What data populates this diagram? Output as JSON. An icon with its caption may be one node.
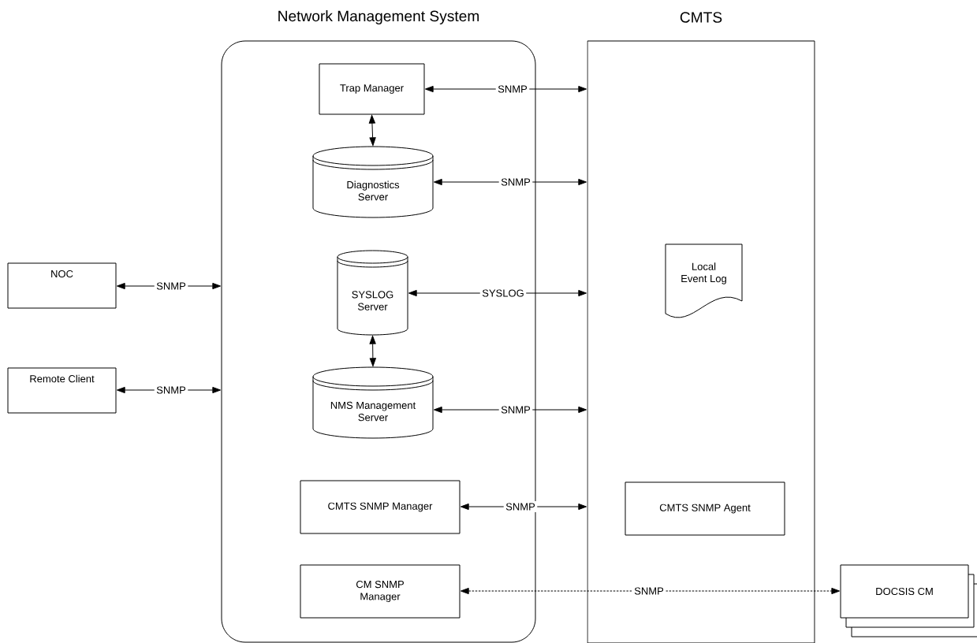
{
  "diagram": {
    "nodes": [
      {
        "text": [
          "Network Management System"
        ]
      },
      {
        "text": [
          "CMTS"
        ]
      },
      {
        "text": [
          "Trap Manager"
        ],
        "in": 0
      },
      {
        "text": [
          "Diagnostics Server"
        ],
        "in": 0
      },
      {
        "text": [
          "SYSLOG Server"
        ],
        "in": 0
      },
      {
        "text": [
          "NMS Management Server"
        ],
        "in": 0
      },
      {
        "text": [
          "CMTS SNMP Manager"
        ],
        "in": 0
      },
      {
        "text": [
          "CM SNMP Manager"
        ],
        "in": 0
      },
      {
        "text": [
          "Local Event Log"
        ],
        "in": 1
      },
      {
        "text": [
          "CMTS SNMP Agent"
        ],
        "in": 1
      },
      {
        "text": [
          "NOC"
        ]
      },
      {
        "text": [
          "Remote Client"
        ]
      },
      {
        "text": [
          "DOCSIS CM"
        ]
      }
    ],
    "edges": [
      {
        "from": 2,
        "to": 1,
        "arrow": "both",
        "label": "SNMP"
      },
      {
        "from": 2,
        "to": 3,
        "arrow": "both"
      },
      {
        "from": 3,
        "to": 1,
        "arrow": "both",
        "label": "SNMP"
      },
      {
        "from": 4,
        "to": 1,
        "arrow": "both",
        "label": "SYSLOG"
      },
      {
        "from": 4,
        "to": 5,
        "arrow": "both"
      },
      {
        "from": 5,
        "to": 1,
        "arrow": "both",
        "label": "SNMP"
      },
      {
        "from": 6,
        "to": 1,
        "arrow": "both",
        "label": "SNMP"
      },
      {
        "from": 7,
        "to": 12,
        "arrow": "both",
        "label": "SNMP",
        "style": "dashed"
      },
      {
        "from": 10,
        "to": 0,
        "arrow": "both",
        "label": "SNMP"
      },
      {
        "from": 11,
        "to": 0,
        "arrow": "both",
        "label": "SNMP"
      }
    ]
  }
}
